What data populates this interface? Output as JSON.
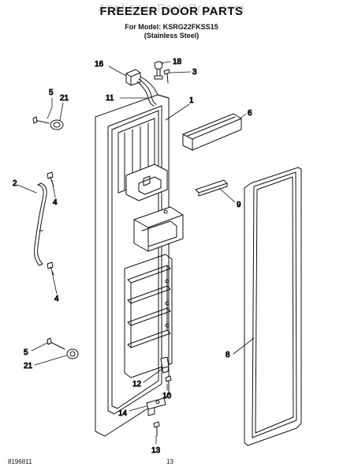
{
  "watermark": "AppliancePartsPros.com",
  "title": "FREEZER DOOR PARTS",
  "model_line1": "For Model: KSRG22FKSS15",
  "model_line2": "(Stainless Steel)",
  "footer_left": "8196811",
  "footer_page": "13",
  "callouts": {
    "c16": "16",
    "c18": "18",
    "c3": "3",
    "c11": "11",
    "c1": "1",
    "c6": "6",
    "c5a": "5",
    "c21a": "21",
    "c2": "2",
    "c4a": "4",
    "c9": "9",
    "c4b": "4",
    "c8": "8",
    "c5b": "5",
    "c21b": "21",
    "c12": "12",
    "c10": "10",
    "c14": "14",
    "c13": "13"
  }
}
